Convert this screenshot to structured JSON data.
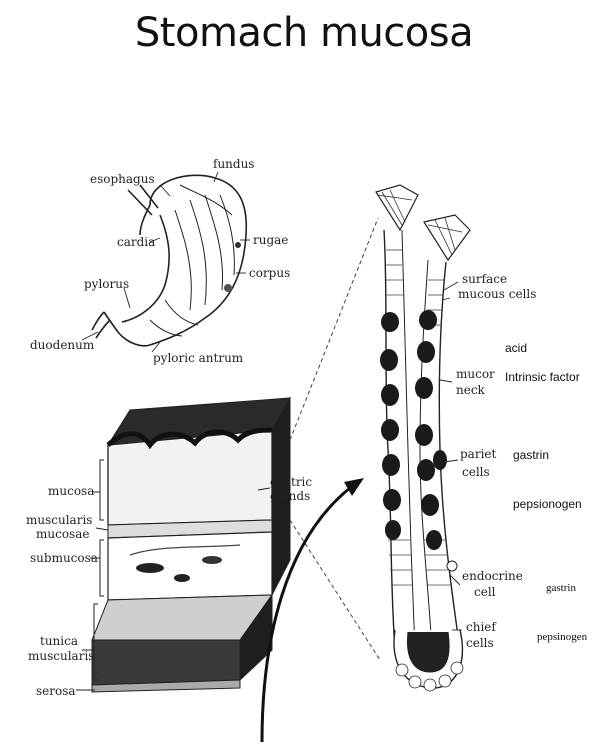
{
  "title": "Stomach mucosa",
  "stomach_labels": {
    "fundus": "fundus",
    "esophagus": "esophagus",
    "rugae": "rugae",
    "cardia": "cardia",
    "corpus": "corpus",
    "pylorus": "pylorus",
    "duodenum": "duodenum",
    "pyloric_antrum": "pyloric antrum"
  },
  "wall_labels": {
    "mucosa": "mucosa",
    "muscularis_1": "muscularis",
    "muscularis_2": "mucosae",
    "submucosa": "submucosa",
    "tunica_1": "tunica",
    "tunica_2": "muscularis",
    "serosa": "serosa",
    "gastric_1": "gastric",
    "gastric_2": "glands"
  },
  "gland_labels": {
    "surface_1": "surface",
    "surface_2": "mucous cells",
    "neck_1": "mucor",
    "neck_2": "neck",
    "parietal_1": "pariet",
    "parietal_2": "cells",
    "endocrine_1": "endocrine",
    "endocrine_2": "cell",
    "chief_1": "chief",
    "chief_2": "cells"
  },
  "annotations": {
    "acid": "acid",
    "intrinsic_factor": "Intrinsic factor",
    "gastrin": "gastrin",
    "pepsionogen": "pepsionogen",
    "gastrin_small": "gastrin",
    "pepsinogen_small": "pepsinogen"
  }
}
